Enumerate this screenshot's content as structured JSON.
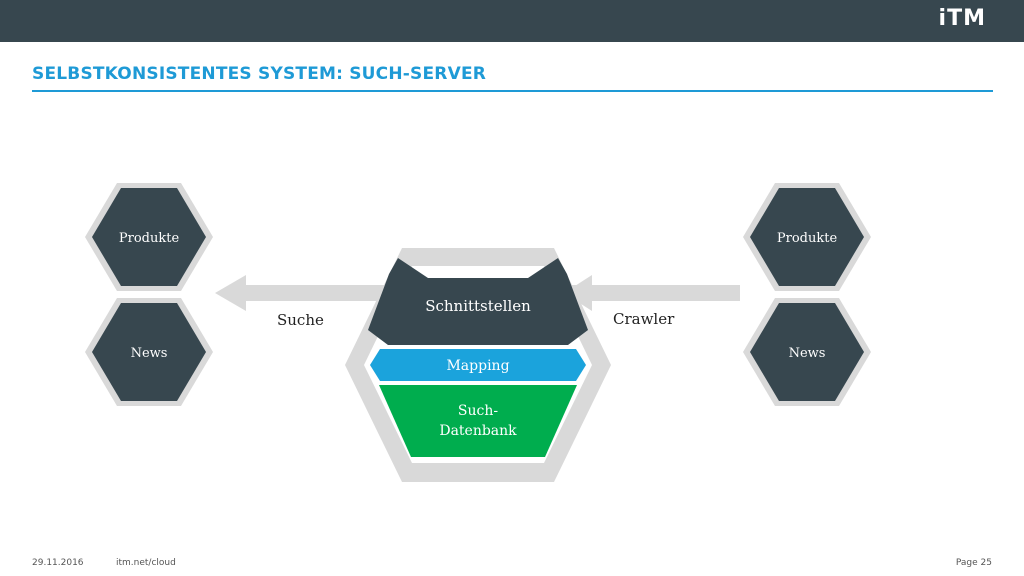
{
  "header": {
    "logo": "iTM",
    "title": "SELBSTKONSISTENTES SYSTEM: SUCH-SERVER"
  },
  "diagram": {
    "left_nodes": [
      "Produkte",
      "News"
    ],
    "right_nodes": [
      "Produkte",
      "News"
    ],
    "center": {
      "top": "Schnittstellen",
      "middle": "Mapping",
      "bottom_line1": "Such-",
      "bottom_line2": "Datenbank"
    },
    "left_arrow_label": "Suche",
    "right_arrow_label": "Crawler"
  },
  "footer": {
    "date": "29.11.2016",
    "url": "itm.net/cloud",
    "page": "Page 25"
  },
  "colors": {
    "dark": "#37474f",
    "accent_blue": "#1e9ad6",
    "mapping_blue": "#1ba3dc",
    "db_green": "#00ad4e",
    "hex_outline": "#d9d9d9"
  }
}
